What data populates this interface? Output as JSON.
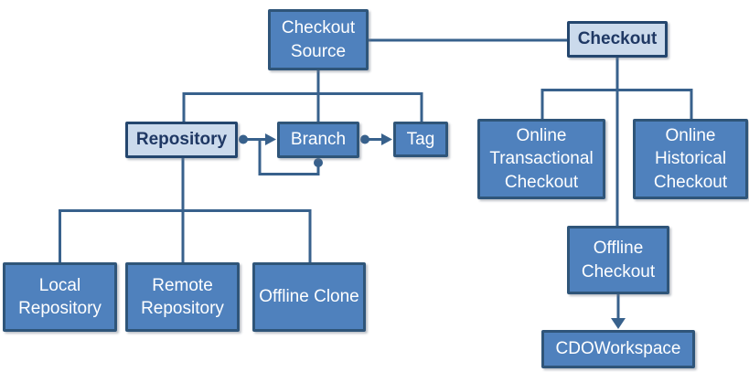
{
  "diagram": {
    "nodes": {
      "checkout_source": {
        "label": "Checkout Source",
        "emphasis": false
      },
      "checkout": {
        "label": "Checkout",
        "emphasis": true
      },
      "repository": {
        "label": "Repository",
        "emphasis": true
      },
      "branch": {
        "label": "Branch",
        "emphasis": false
      },
      "tag": {
        "label": "Tag",
        "emphasis": false
      },
      "online_transactional_checkout": {
        "label": "Online Transactional Checkout",
        "emphasis": false
      },
      "online_historical_checkout": {
        "label": "Online Historical Checkout",
        "emphasis": false
      },
      "offline_checkout": {
        "label": "Offline Checkout",
        "emphasis": false
      },
      "local_repository": {
        "label": "Local Repository",
        "emphasis": false
      },
      "remote_repository": {
        "label": "Remote Repository",
        "emphasis": false
      },
      "offline_clone": {
        "label": "Offline Clone",
        "emphasis": false
      },
      "cdo_workspace": {
        "label": "CDOWorkspace",
        "emphasis": false
      }
    },
    "edges": [
      {
        "from": "checkout_source",
        "to": "checkout",
        "type": "association"
      },
      {
        "from": "checkout_source",
        "to": "repository",
        "type": "hierarchy"
      },
      {
        "from": "checkout_source",
        "to": "branch",
        "type": "hierarchy"
      },
      {
        "from": "checkout_source",
        "to": "tag",
        "type": "hierarchy"
      },
      {
        "from": "repository",
        "to": "branch",
        "type": "directed-association-with-dot"
      },
      {
        "from": "branch",
        "to": "tag",
        "type": "directed-association-with-dot"
      },
      {
        "from": "branch",
        "to": "branch",
        "type": "self-association-with-dot"
      },
      {
        "from": "repository",
        "to": "local_repository",
        "type": "hierarchy"
      },
      {
        "from": "repository",
        "to": "remote_repository",
        "type": "hierarchy"
      },
      {
        "from": "repository",
        "to": "offline_clone",
        "type": "hierarchy"
      },
      {
        "from": "checkout",
        "to": "online_transactional_checkout",
        "type": "hierarchy"
      },
      {
        "from": "checkout",
        "to": "online_historical_checkout",
        "type": "hierarchy"
      },
      {
        "from": "checkout",
        "to": "offline_checkout",
        "type": "hierarchy"
      },
      {
        "from": "offline_checkout",
        "to": "cdo_workspace",
        "type": "directed-arrow"
      }
    ],
    "colors": {
      "node_fill": "#4F81BD",
      "node_border": "#2F5579",
      "node_fill_light": "#CBDAEC",
      "text_on_dark": "#FFFFFF",
      "text_on_light": "#1F3864",
      "connector": "#38618C",
      "background": "#FFFFFF"
    }
  }
}
